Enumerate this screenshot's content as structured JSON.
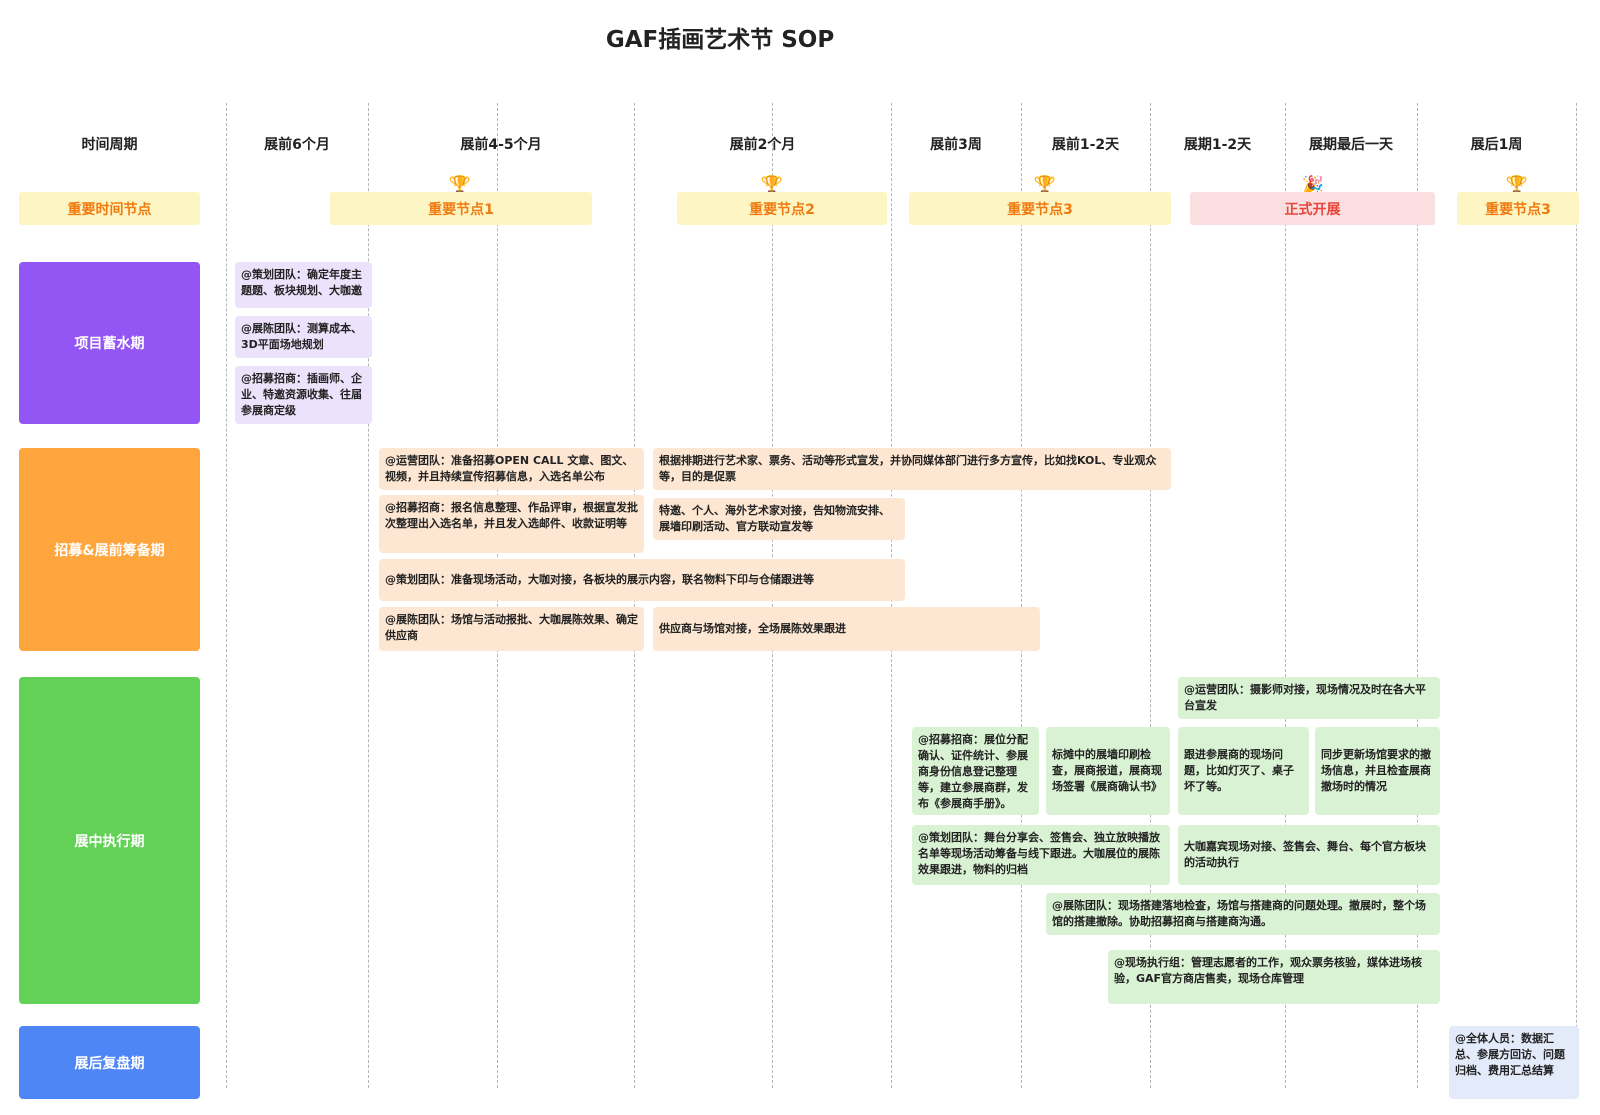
{
  "title": "GAF插画艺术节 SOP",
  "columns": {
    "period": "时间周期",
    "m6": "展前6个月",
    "m45": "展前4-5个月",
    "m2": "展前2个月",
    "w3": "展前3周",
    "d12": "展前1-2天",
    "e12": "展期1-2天",
    "elast": "展期最后一天",
    "after": "展后1周"
  },
  "milestones": {
    "row_label": "重要时间节点",
    "n1": "重要节点1",
    "n2": "重要节点2",
    "n3": "重要节点3",
    "open": "正式开展",
    "n3b": "重要节点3",
    "trophy_icon": "trophy-icon",
    "party_icon": "party-popper-icon"
  },
  "phases": {
    "p1": "项目蓄水期",
    "p2": "招募&展前筹备期",
    "p3": "展中执行期",
    "p4": "展后复盘期"
  },
  "colors": {
    "purple": "#9356f5",
    "orange": "#ffa53d",
    "green": "#62d155",
    "blue": "#4f86f5"
  },
  "cards": {
    "c1": "@策划团队：确定年度主题题、板块规划、大咖邀",
    "c2": "@展陈团队：测算成本、3D平面场地规划",
    "c3": "@招募招商：插画师、企业、特邀资源收集、往届参展商定级",
    "c4": "@运营团队：准备招募OPEN CALL 文章、图文、视频，并且持续宣传招募信息，入选名单公布",
    "c5": "根据排期进行艺术家、票务、活动等形式宣发，并协同媒体部门进行多方宣传，比如找KOL、专业观众等，目的是促票",
    "c6": "@招募招商：报名信息整理、作品评审，根据宣发批次整理出入选名单，并且发入选邮件、收款证明等",
    "c7": "特邀、个人、海外艺术家对接，告知物流安排、展墙印刷活动、官方联动宣发等",
    "c8": "@策划团队：准备现场活动，大咖对接，各板块的展示内容，联名物料下印与仓储跟进等",
    "c9": "@展陈团队：场馆与活动报批、大咖展陈效果、确定供应商",
    "c10": "供应商与场馆对接，全场展陈效果跟进",
    "c11": "@运营团队：摄影师对接，现场情况及时在各大平台宣发",
    "c12": "@招募招商：展位分配确认、证件统计、参展商身份信息登记整理等，建立参展商群，发布《参展商手册》。",
    "c13": "标摊中的展墙印刷检查，展商报道，展商现场签署《展商确认书》",
    "c14": "跟进参展商的现场问题，比如灯灭了、桌子坏了等。",
    "c15": "同步更新场馆要求的撤场信息，并且检查展商撤场时的情况",
    "c16": "@策划团队：舞台分享会、签售会、独立放映播放名单等现场活动筹备与线下跟进。大咖展位的展陈效果跟进，物料的归档",
    "c17": "大咖嘉宾现场对接、签售会、舞台、每个官方板块的活动执行",
    "c18": "@展陈团队：现场搭建落地检查，场馆与搭建商的问题处理。撤展时，整个场馆的搭建撤除。协助招募招商与搭建商沟通。",
    "c19": "@现场执行组：管理志愿者的工作，观众票务核验，媒体进场核验，GAF官方商店售卖，现场仓库管理",
    "c20": "@全体人员：数据汇总、参展方回访、问题归档、费用汇总结算"
  }
}
